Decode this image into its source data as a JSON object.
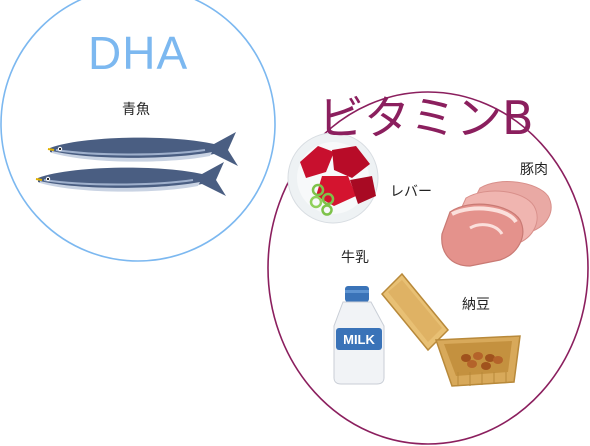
{
  "groups": {
    "dha": {
      "title": "DHA",
      "color": "#7cb8f0"
    },
    "vitamin_b": {
      "title": "ビタミンB",
      "color": "#8b1f5e"
    }
  },
  "foods": {
    "fish": "青魚",
    "liver": "レバー",
    "pork": "豚肉",
    "milk": "牛乳",
    "natto": "納豆"
  },
  "milk_carton_text": "MILK",
  "icons": [
    "saury-fish-icon",
    "liver-plate-icon",
    "pork-meat-icon",
    "milk-bottle-icon",
    "natto-pack-icon"
  ]
}
